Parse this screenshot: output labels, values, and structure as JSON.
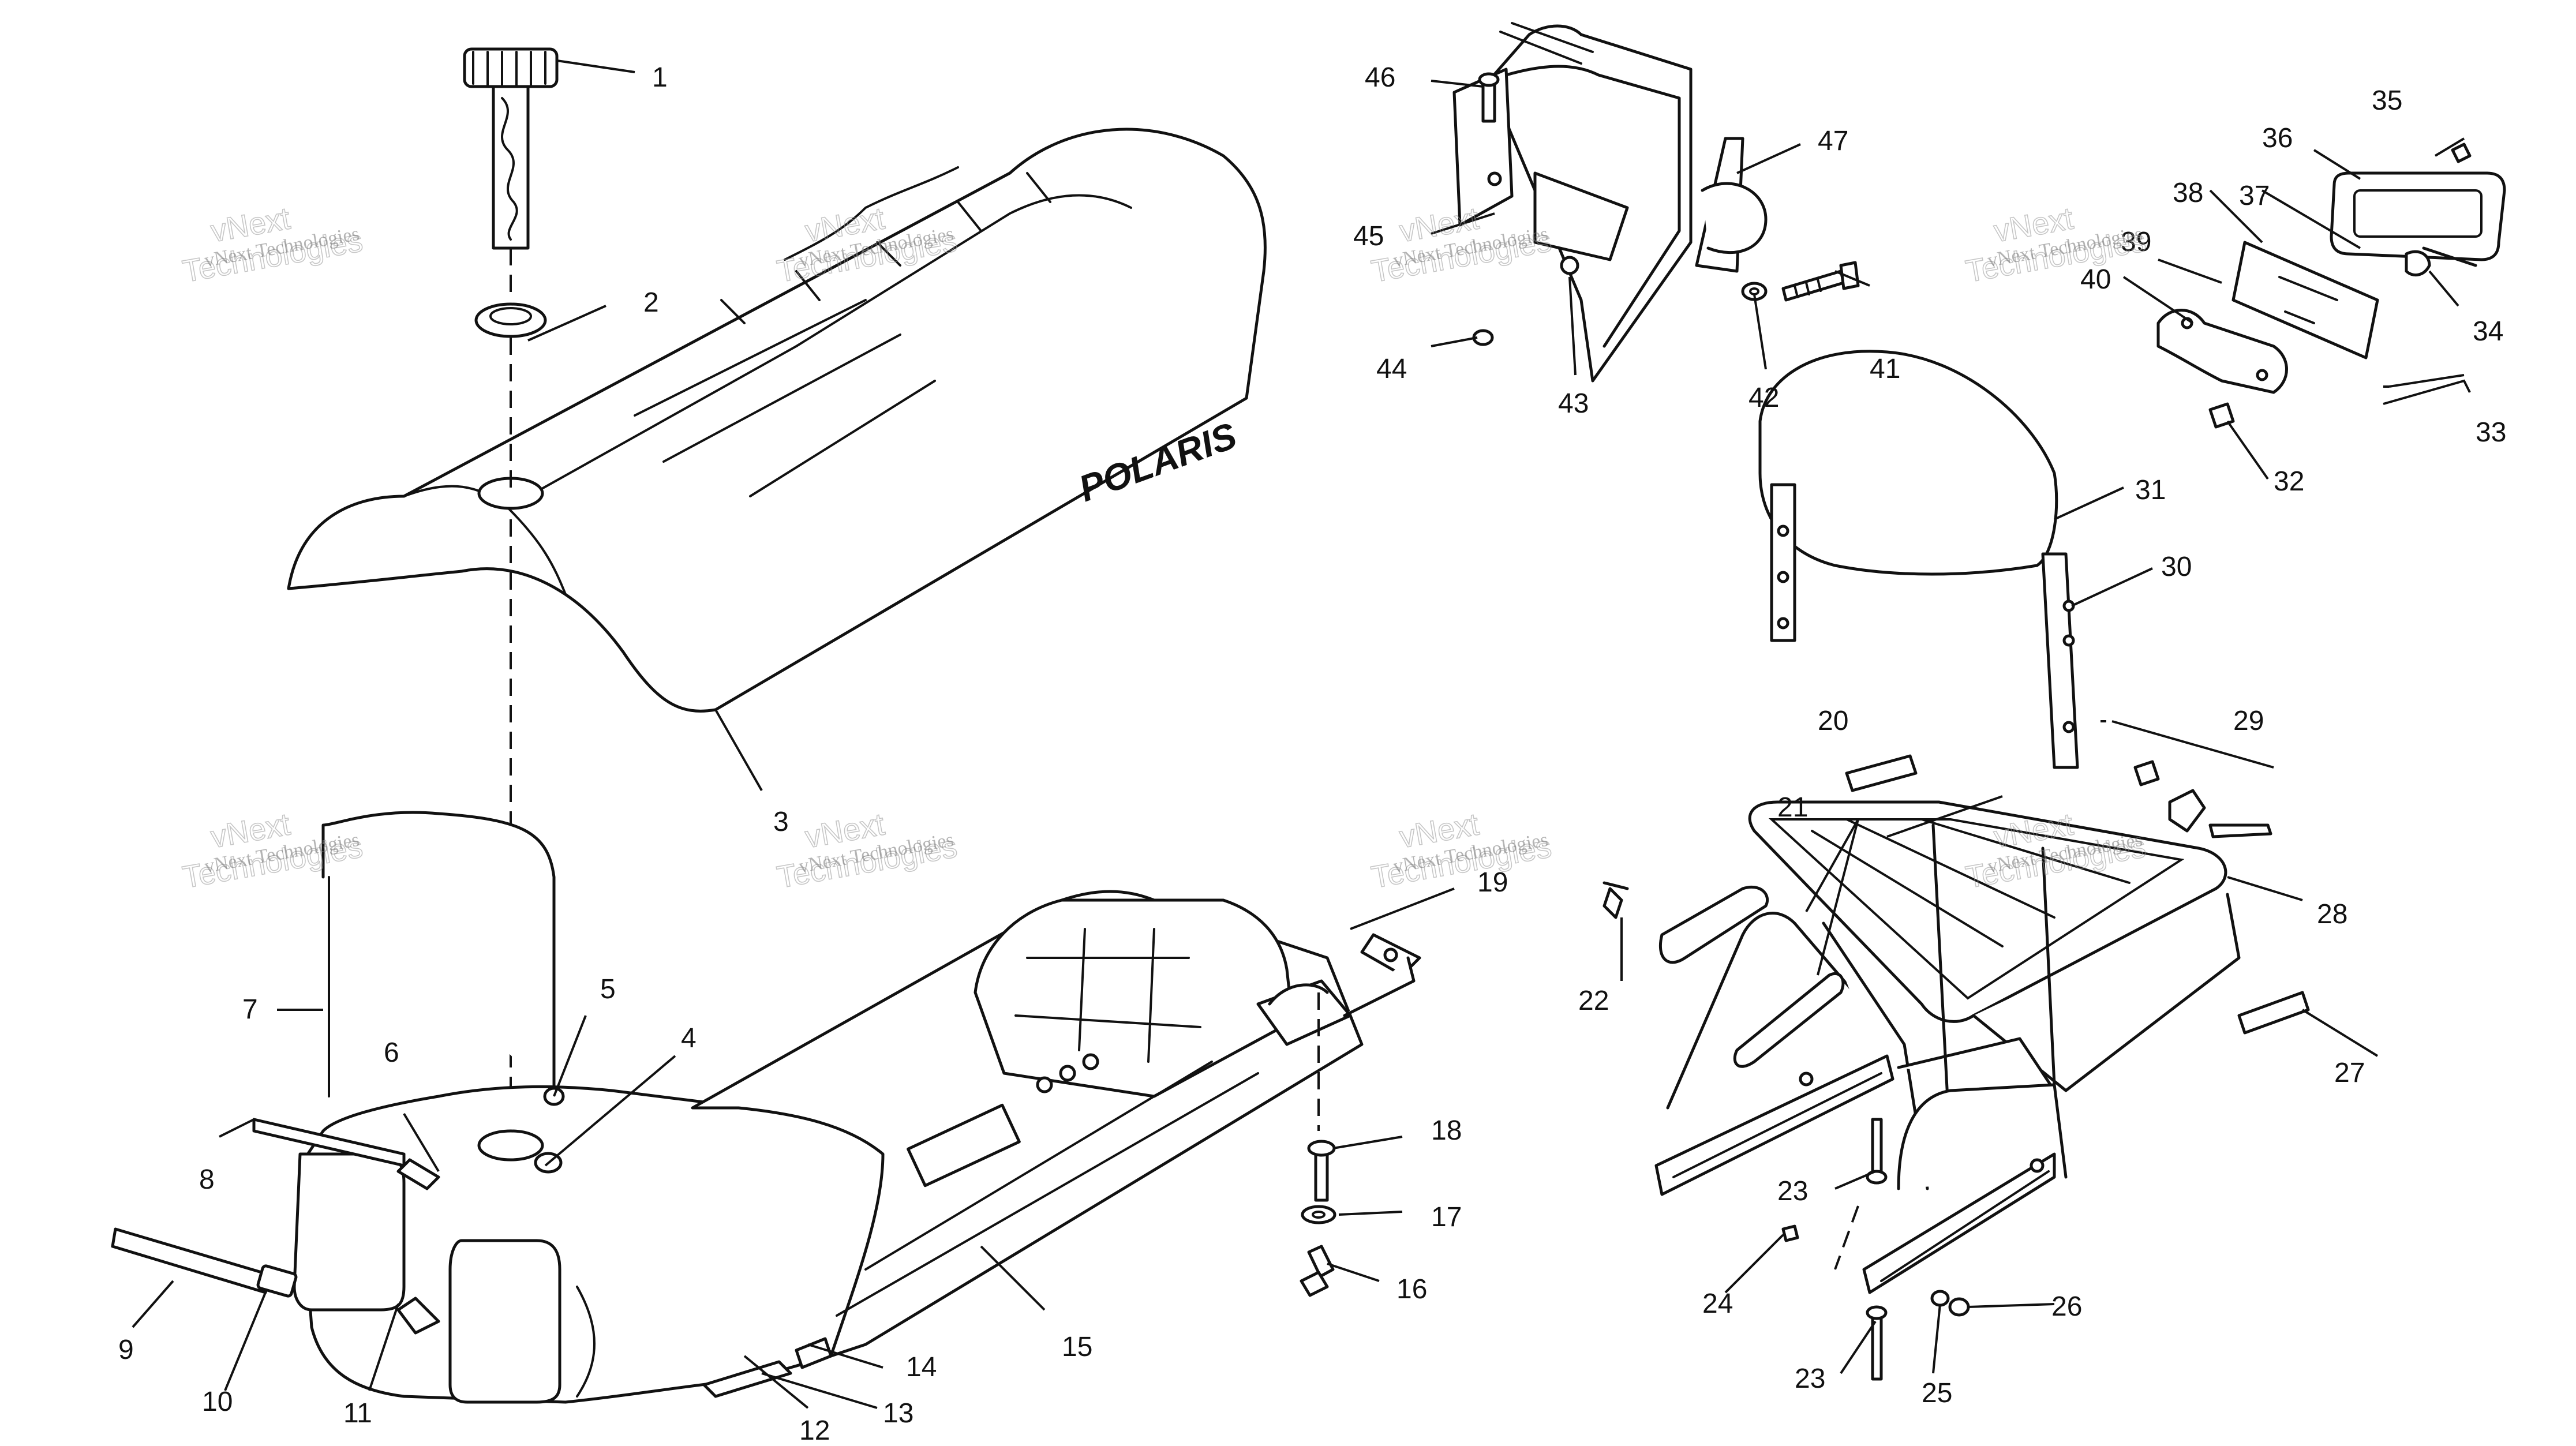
{
  "diagram": {
    "brand_text": "POLARIS",
    "watermark": {
      "line1": "vNext",
      "line2": "Technologies",
      "small": "vNext Technologies"
    },
    "callouts": [
      "1",
      "2",
      "3",
      "4",
      "5",
      "6",
      "7",
      "8",
      "9",
      "10",
      "11",
      "12",
      "13",
      "14",
      "15",
      "16",
      "17",
      "18",
      "19",
      "20",
      "21",
      "22",
      "23",
      "23",
      "24",
      "25",
      "26",
      "27",
      "28",
      "29",
      "30",
      "31",
      "32",
      "33",
      "34",
      "35",
      "36",
      "37",
      "38",
      "39",
      "40",
      "41",
      "42",
      "43",
      "44",
      "45",
      "46",
      "47"
    ]
  }
}
